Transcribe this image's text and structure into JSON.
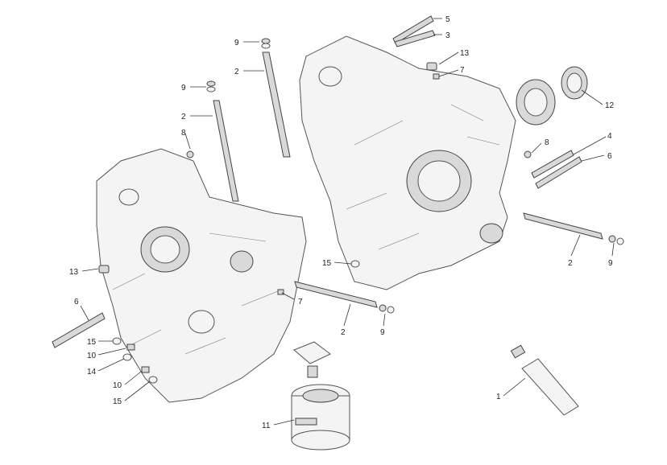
{
  "callouts": {
    "c1": "1",
    "c2a": "2",
    "c2b": "2",
    "c2c": "2",
    "c2d": "2",
    "c3": "3",
    "c4": "4",
    "c5": "5",
    "c6a": "6",
    "c6b": "6",
    "c7a": "7",
    "c7b": "7",
    "c8a": "8",
    "c8b": "8",
    "c9a": "9",
    "c9b": "9",
    "c9c": "9",
    "c9d": "9",
    "c10a": "10",
    "c10b": "10",
    "c11": "11",
    "c12": "12",
    "c13a": "13",
    "c13b": "13",
    "c14": "14",
    "c15a": "15",
    "c15b": "15",
    "c15c": "15"
  }
}
